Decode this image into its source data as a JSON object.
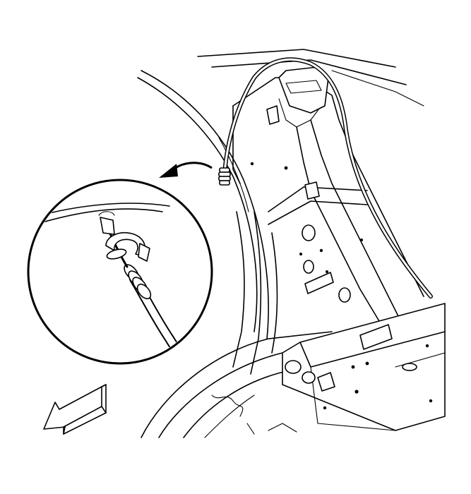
{
  "figure": {
    "subject": "cable-routing-illustration",
    "components": [
      "body-panel-structure",
      "cable",
      "cable-end-fitting",
      "retaining-clip",
      "detail-callout",
      "callout-arrow",
      "front-direction-arrow"
    ]
  },
  "colors": {
    "line": "#000000",
    "background": "#ffffff"
  }
}
